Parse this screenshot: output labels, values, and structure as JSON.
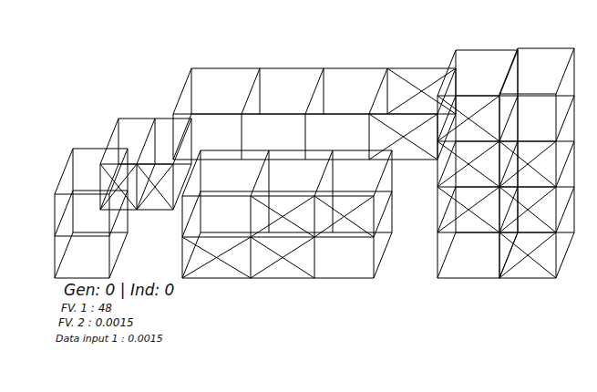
{
  "diagram": {
    "labels": [
      "Gen: 0 | Ind: 0",
      "FV. 1 : 48",
      "FV. 2 : 0.0015",
      "Data input 1 : 0.0015"
    ]
  }
}
